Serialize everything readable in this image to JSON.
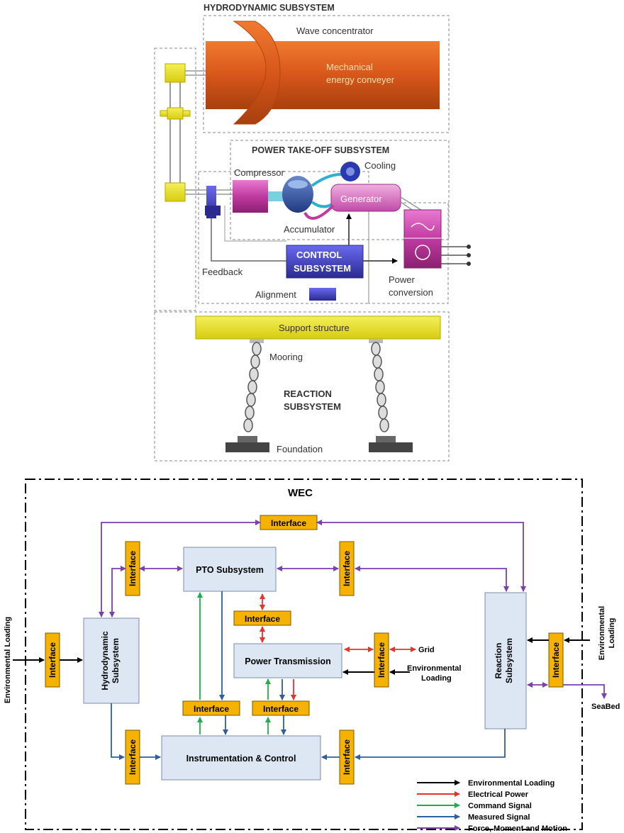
{
  "top": {
    "hydrodynamic_title": "HYDRODYNAMIC SUBSYSTEM",
    "wave_concentrator": "Wave concentrator",
    "mech_line1": "Mechanical",
    "mech_line2": "energy conveyer",
    "pto_title": "POWER TAKE-OFF SUBSYSTEM",
    "compressor": "Compressor",
    "cooling": "Cooling",
    "generator": "Generator",
    "accumulator": "Accumulator",
    "control_line1": "CONTROL",
    "control_line2": "SUBSYSTEM",
    "feedback": "Feedback",
    "alignment": "Alignment",
    "power_conv_line1": "Power",
    "power_conv_line2": "conversion",
    "support_structure": "Support structure",
    "mooring": "Mooring",
    "reaction_line1": "REACTION",
    "reaction_line2": "SUBSYSTEM",
    "foundation": "Foundation"
  },
  "bottom": {
    "wec_title": "WEC",
    "interface_label": "Interface",
    "pto_subsystem": "PTO Subsystem",
    "power_transmission": "Power Transmission",
    "instrumentation": "Instrumentation & Control",
    "hydro_line1": "Hydrodynamic",
    "hydro_line2": "Subsystem",
    "reaction_line1": "Reaction",
    "reaction_line2": "Subsystem",
    "env_loading_left": "Environmental Loading",
    "env_loading_right_line1": "Environmental",
    "env_loading_right_line2": "Loading",
    "grid": "Grid",
    "env_loading_mid_line1": "Environmental",
    "env_loading_mid_line2": "Loading",
    "seabed": "SeaBed"
  },
  "legend": [
    {
      "label": "Environmental Loading",
      "color": "#000000"
    },
    {
      "label": "Electrical Power",
      "color": "#e8322c"
    },
    {
      "label": "Command Signal",
      "color": "#1fae4b"
    },
    {
      "label": "Measured Signal",
      "color": "#2e5f9e"
    },
    {
      "label": "Force, Moment and Motion",
      "color": "#7b3fb0"
    }
  ],
  "colors": {
    "interface_fill": "#f5b200",
    "box_fill": "#dde7f3",
    "orange": "#e0601a",
    "magenta": "#c83aa8",
    "yellow": "#e8e020",
    "blue": "#3a3ab0"
  }
}
